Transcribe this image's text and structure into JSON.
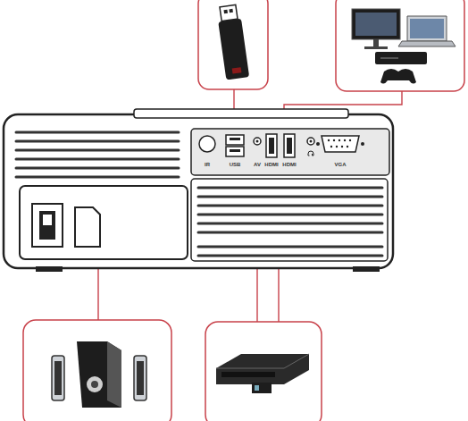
{
  "diagram": {
    "labels": [
      "IR",
      "USB",
      "AV",
      "HDMI",
      "HDMI",
      "VGA"
    ]
  }
}
